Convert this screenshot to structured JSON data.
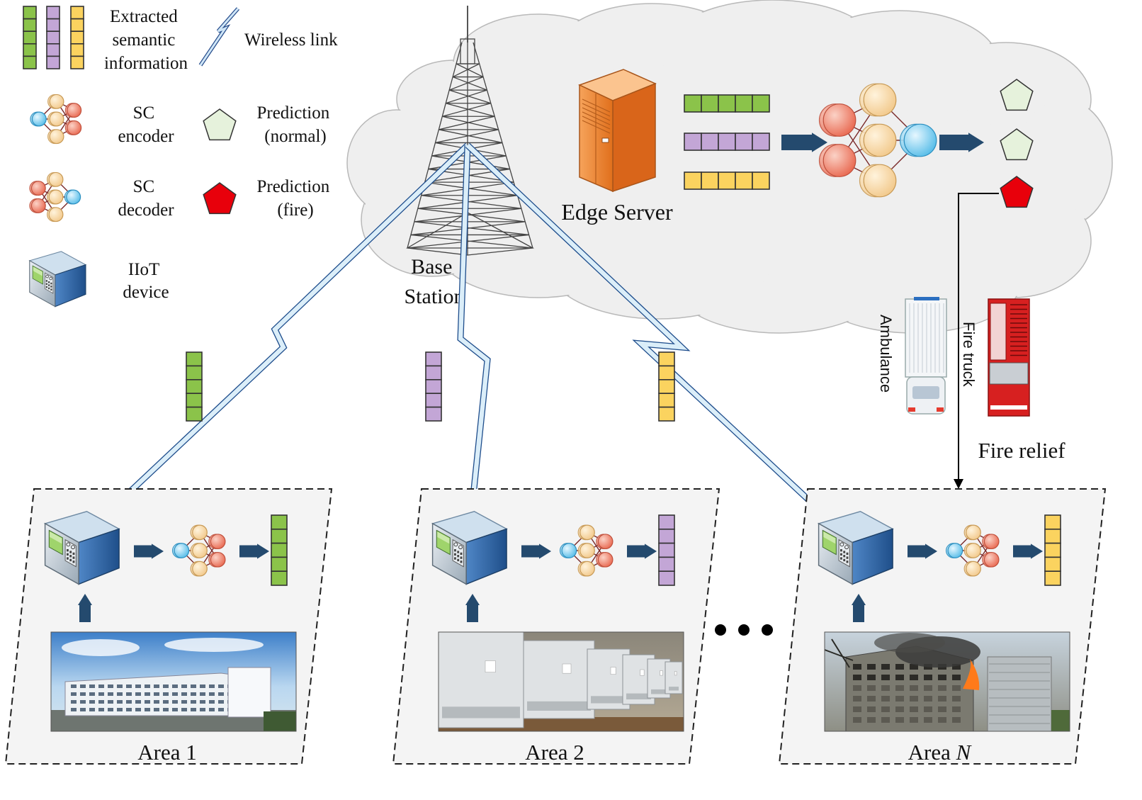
{
  "legend": {
    "semantic_info": [
      "Extracted",
      "semantic",
      "information"
    ],
    "wireless_link": "Wireless link",
    "sc_encoder": [
      "SC",
      "encoder"
    ],
    "sc_decoder": [
      "SC",
      "decoder"
    ],
    "pred_normal": [
      "Prediction",
      "(normal)"
    ],
    "pred_fire": [
      "Prediction",
      "(fire)"
    ],
    "iiot_device": [
      "IIoT",
      "device"
    ]
  },
  "base_station": [
    "Base",
    "Station"
  ],
  "edge_server": "Edge Server",
  "vehicles": {
    "ambulance": "Ambulance",
    "fire_truck": "Fire truck"
  },
  "fire_relief": "Fire relief",
  "areas": [
    {
      "label": "Area 1",
      "italic_suffix": ""
    },
    {
      "label": "Area 2",
      "italic_suffix": ""
    },
    {
      "label": "Area ",
      "italic_suffix": "N"
    }
  ],
  "colors": {
    "green": "#8bc34a",
    "purple": "#c3a6d6",
    "yellow": "#fbd35f",
    "arrow": "#244a6e",
    "fire": "#e8000b",
    "normal": "#e6f2dc",
    "cloud": "#efefef",
    "node_peach": "#f8d9a8",
    "node_red": "#f0806a",
    "node_blue": "#8fd2f2"
  }
}
